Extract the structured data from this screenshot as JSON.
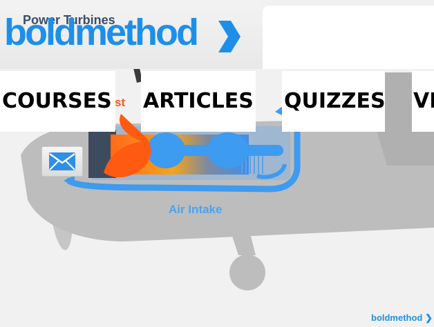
{
  "brand": {
    "logo_text": "boldmethod",
    "footer_logo_text": "boldmethod"
  },
  "nav": {
    "items": [
      {
        "label": "COURSES"
      },
      {
        "label": "ARTICLES"
      },
      {
        "label": "QUIZZES"
      },
      {
        "label": "VI"
      }
    ]
  },
  "illustration": {
    "labels": {
      "power_turbines": "Power Turbines",
      "exhaust": "st",
      "air_intake": "Air Intake"
    }
  },
  "icons": {
    "mail": "mail-icon",
    "chevron": "chevron-right-icon"
  },
  "colors": {
    "brand_blue": "#1e8fe8",
    "airflow_blue": "#3d9bf0",
    "exhaust_orange": "#ff5a12",
    "turbine_gray": "#b9b9b9"
  }
}
